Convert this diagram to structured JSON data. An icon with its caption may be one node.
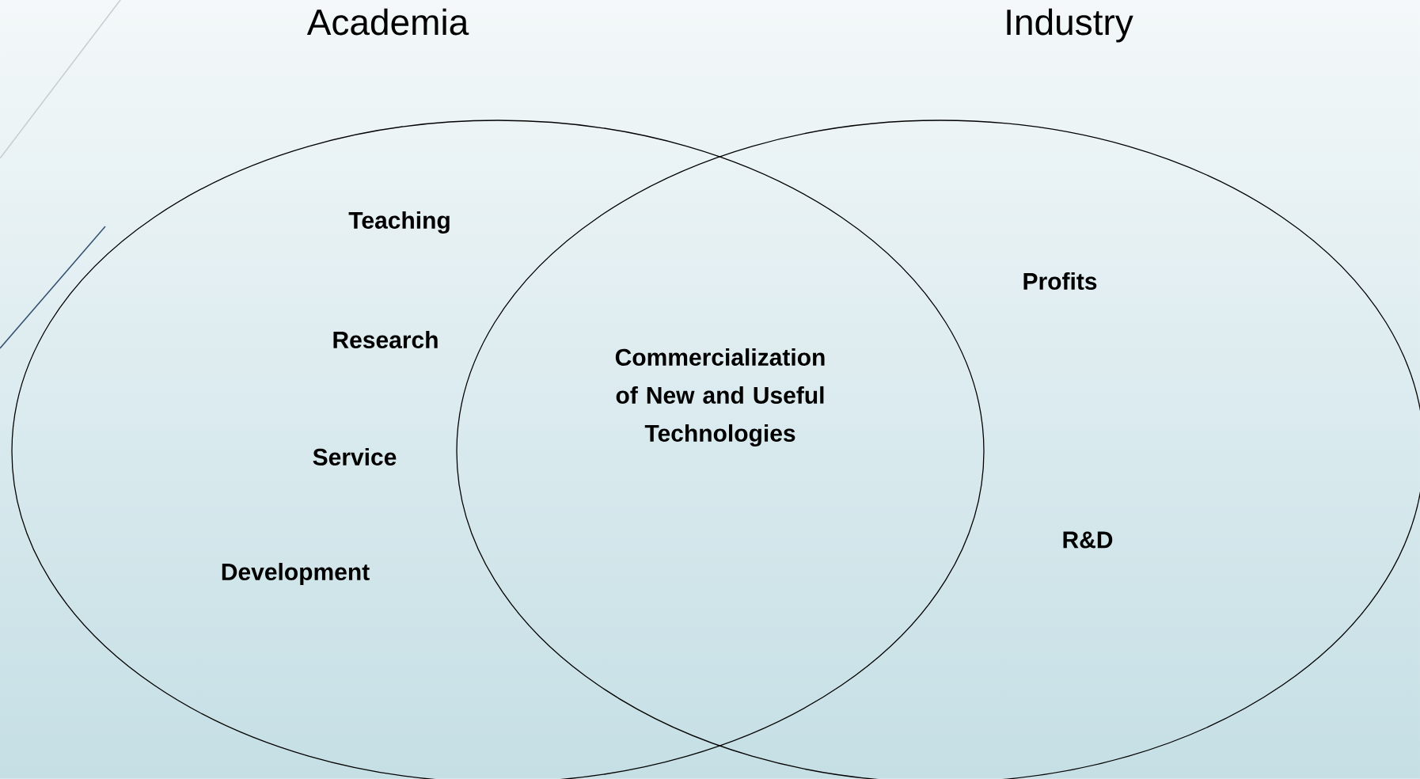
{
  "diagram": {
    "nodes": [
      {
        "text": [
          "Academia",
          "Teaching",
          "Research",
          "Service",
          "Development"
        ]
      },
      {
        "text": [
          "Industry",
          "Profits",
          "R&D"
        ]
      }
    ],
    "labels": [
      "Commercialization of New and Useful Technologies"
    ]
  }
}
